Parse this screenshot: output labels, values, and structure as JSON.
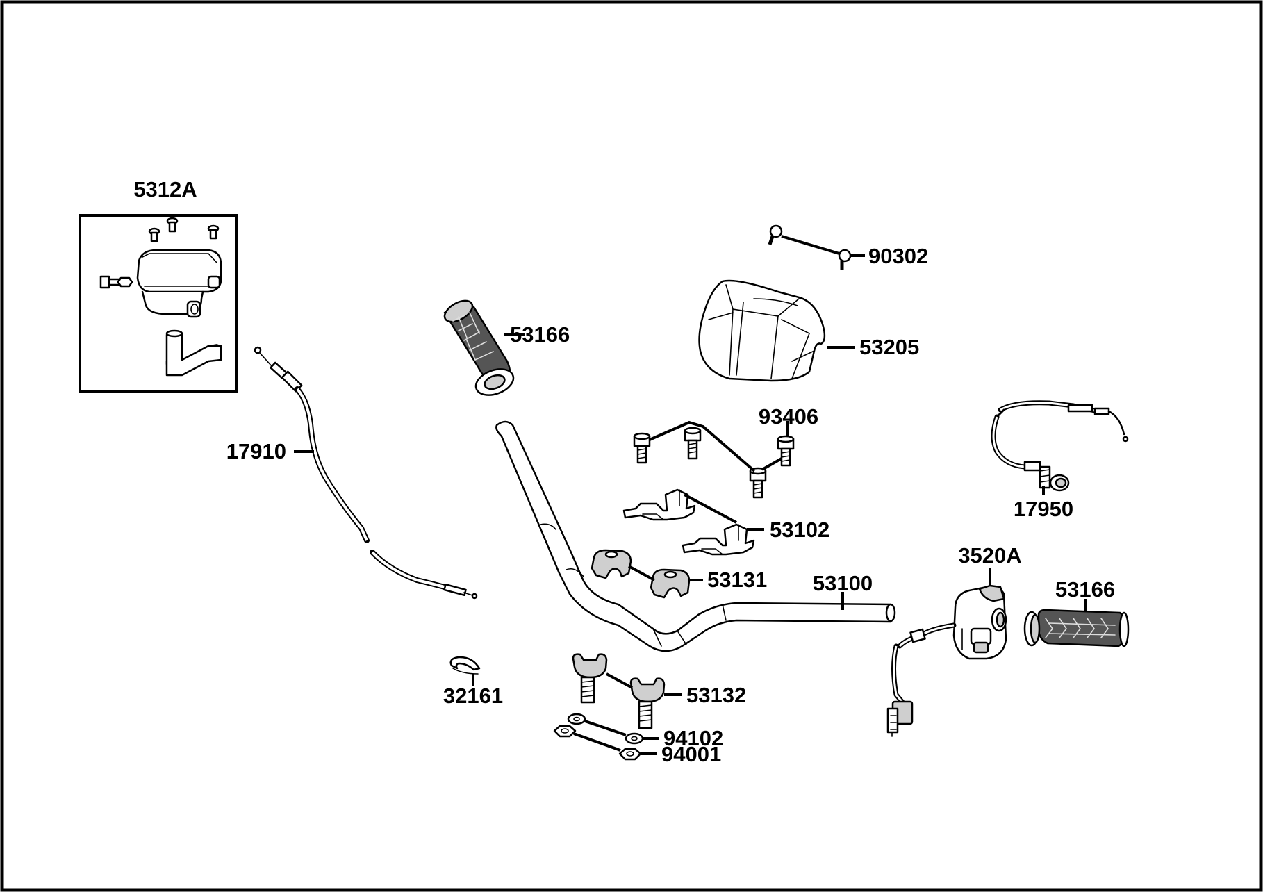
{
  "diagram": {
    "labels": {
      "throttle_assembly": "5312A",
      "throttle_cable": "17910",
      "left_grip": "53166",
      "handlebar_cover": "53205",
      "cover_screw": "90302",
      "holder_bolt": "93406",
      "cable_clamp": "53102",
      "upper_holder": "53131",
      "handlebar": "53100",
      "cable_clip": "32161",
      "lower_holder": "53132",
      "washer": "94102",
      "nut": "94001",
      "choke_cable": "17950",
      "switch_assembly": "3520A",
      "right_grip": "53166"
    }
  }
}
